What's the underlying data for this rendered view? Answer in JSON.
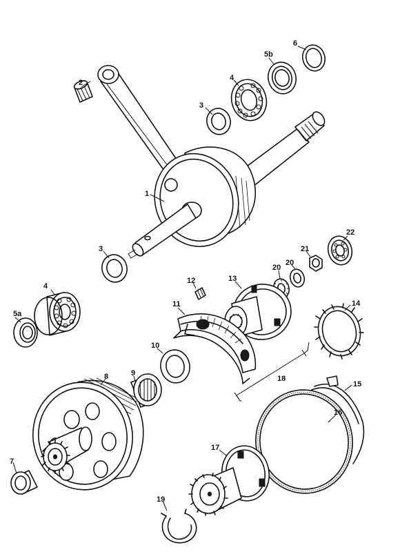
{
  "diagram": {
    "labels": {
      "p1": "1",
      "p2": "2",
      "p3_top": "3",
      "p3_bottom": "3",
      "p4_top": "4",
      "p4_bottom": "4",
      "p5a": "5a",
      "p5b": "5b",
      "p6": "6",
      "p7": "7",
      "p8": "8",
      "p9": "9",
      "p10": "10",
      "p11": "11",
      "p12": "12",
      "p13": "13",
      "p14": "14",
      "p15": "15",
      "p16": "16",
      "p17": "17",
      "p18": "18",
      "p19": "19",
      "p20_a": "20",
      "p20_b": "20",
      "p21": "21",
      "p22": "22"
    }
  }
}
